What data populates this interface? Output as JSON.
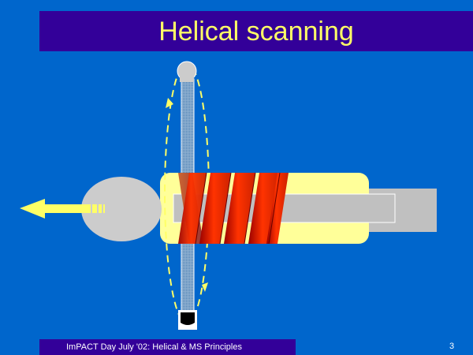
{
  "slide": {
    "title": "Helical scanning",
    "footer": "ImPACT Day July '02: Helical & MS Principles",
    "page_number": "3"
  },
  "colors": {
    "background": "#0066cc",
    "title_bar": "#330099",
    "title_text": "#ffff66",
    "patient_body": "#ffff99",
    "patient_head": "#cccccc",
    "couch": "#c0c0c0",
    "helix": "#ff3300",
    "arrow": "#ffff66"
  },
  "icons": {
    "direction_arrow": "left-arrow-icon",
    "x_ray_tube": "x-ray-tube-icon",
    "detector": "detector-icon"
  }
}
